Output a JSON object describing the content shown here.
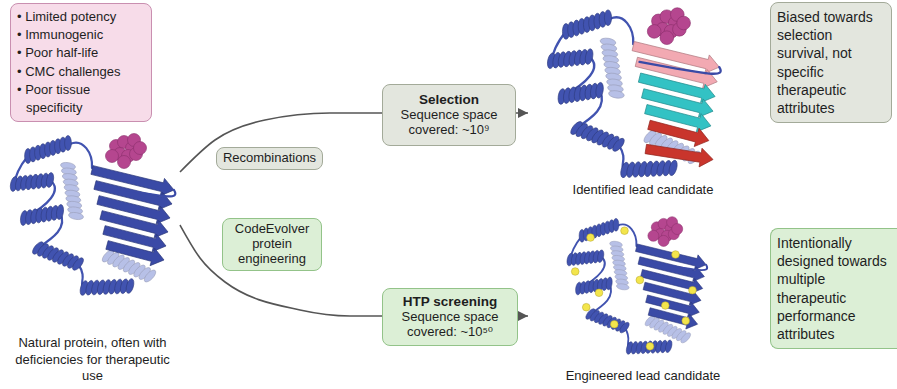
{
  "diagram": {
    "nodes": [
      {
        "text": [
          "• Limited potency",
          "• Immunogenic",
          "• Poor half-life",
          "• CMC challenges",
          "• Poor tissue specificity"
        ]
      },
      {
        "text": [
          "Natural protein, often with deficiencies for therapeutic use"
        ]
      },
      {
        "text": [
          "Recombinations"
        ]
      },
      {
        "text": [
          "Selection",
          "Sequence space covered: ~10⁹"
        ]
      },
      {
        "text": [
          "Identified lead candidate"
        ]
      },
      {
        "text": [
          "Biased towards selection survival, not specific therapeutic attributes"
        ]
      },
      {
        "text": [
          "CodeEvolver protein engineering"
        ]
      },
      {
        "text": [
          "HTP screening",
          "Sequence space covered: ~10⁵⁰"
        ]
      },
      {
        "text": [
          "Engineered lead candidate"
        ]
      },
      {
        "text": [
          "Intentionally designed towards multiple therapeutic performance attributes"
        ]
      }
    ],
    "edges": [
      {
        "from": 1,
        "to": 4,
        "arrow": "to"
      },
      {
        "from": 1,
        "to": 8,
        "arrow": "to"
      }
    ]
  }
}
